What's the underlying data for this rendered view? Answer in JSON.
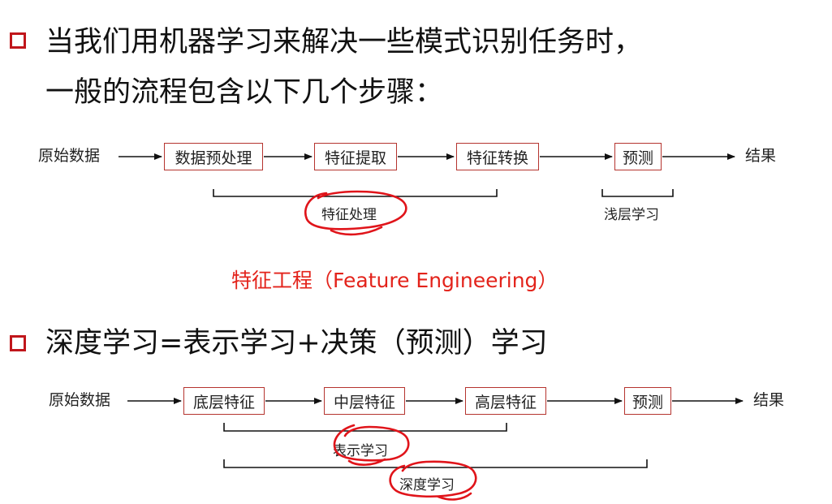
{
  "heading1": {
    "line1": "当我们用机器学习来解决一些模式识别任务时，",
    "line2": "一般的流程包含以下几个步骤："
  },
  "pipeline1": {
    "start": "原始数据",
    "steps": [
      "数据预处理",
      "特征提取",
      "特征转换",
      "预测"
    ],
    "end": "结果",
    "bracket_feature": "特征处理",
    "bracket_shallow": "浅层学习"
  },
  "fe_caption": "特征工程（Feature Engineering）",
  "heading2": "深度学习=表示学习+决策（预测）学习",
  "pipeline2": {
    "start": "原始数据",
    "steps": [
      "底层特征",
      "中层特征",
      "高层特征",
      "预测"
    ],
    "end": "结果",
    "bracket_repr": "表示学习",
    "bracket_deep": "深度学习"
  },
  "colors": {
    "accent_red": "#c0161b",
    "caption_red": "#e3231b",
    "box_border": "#b5342f",
    "handwriting_red": "#e0141a"
  }
}
